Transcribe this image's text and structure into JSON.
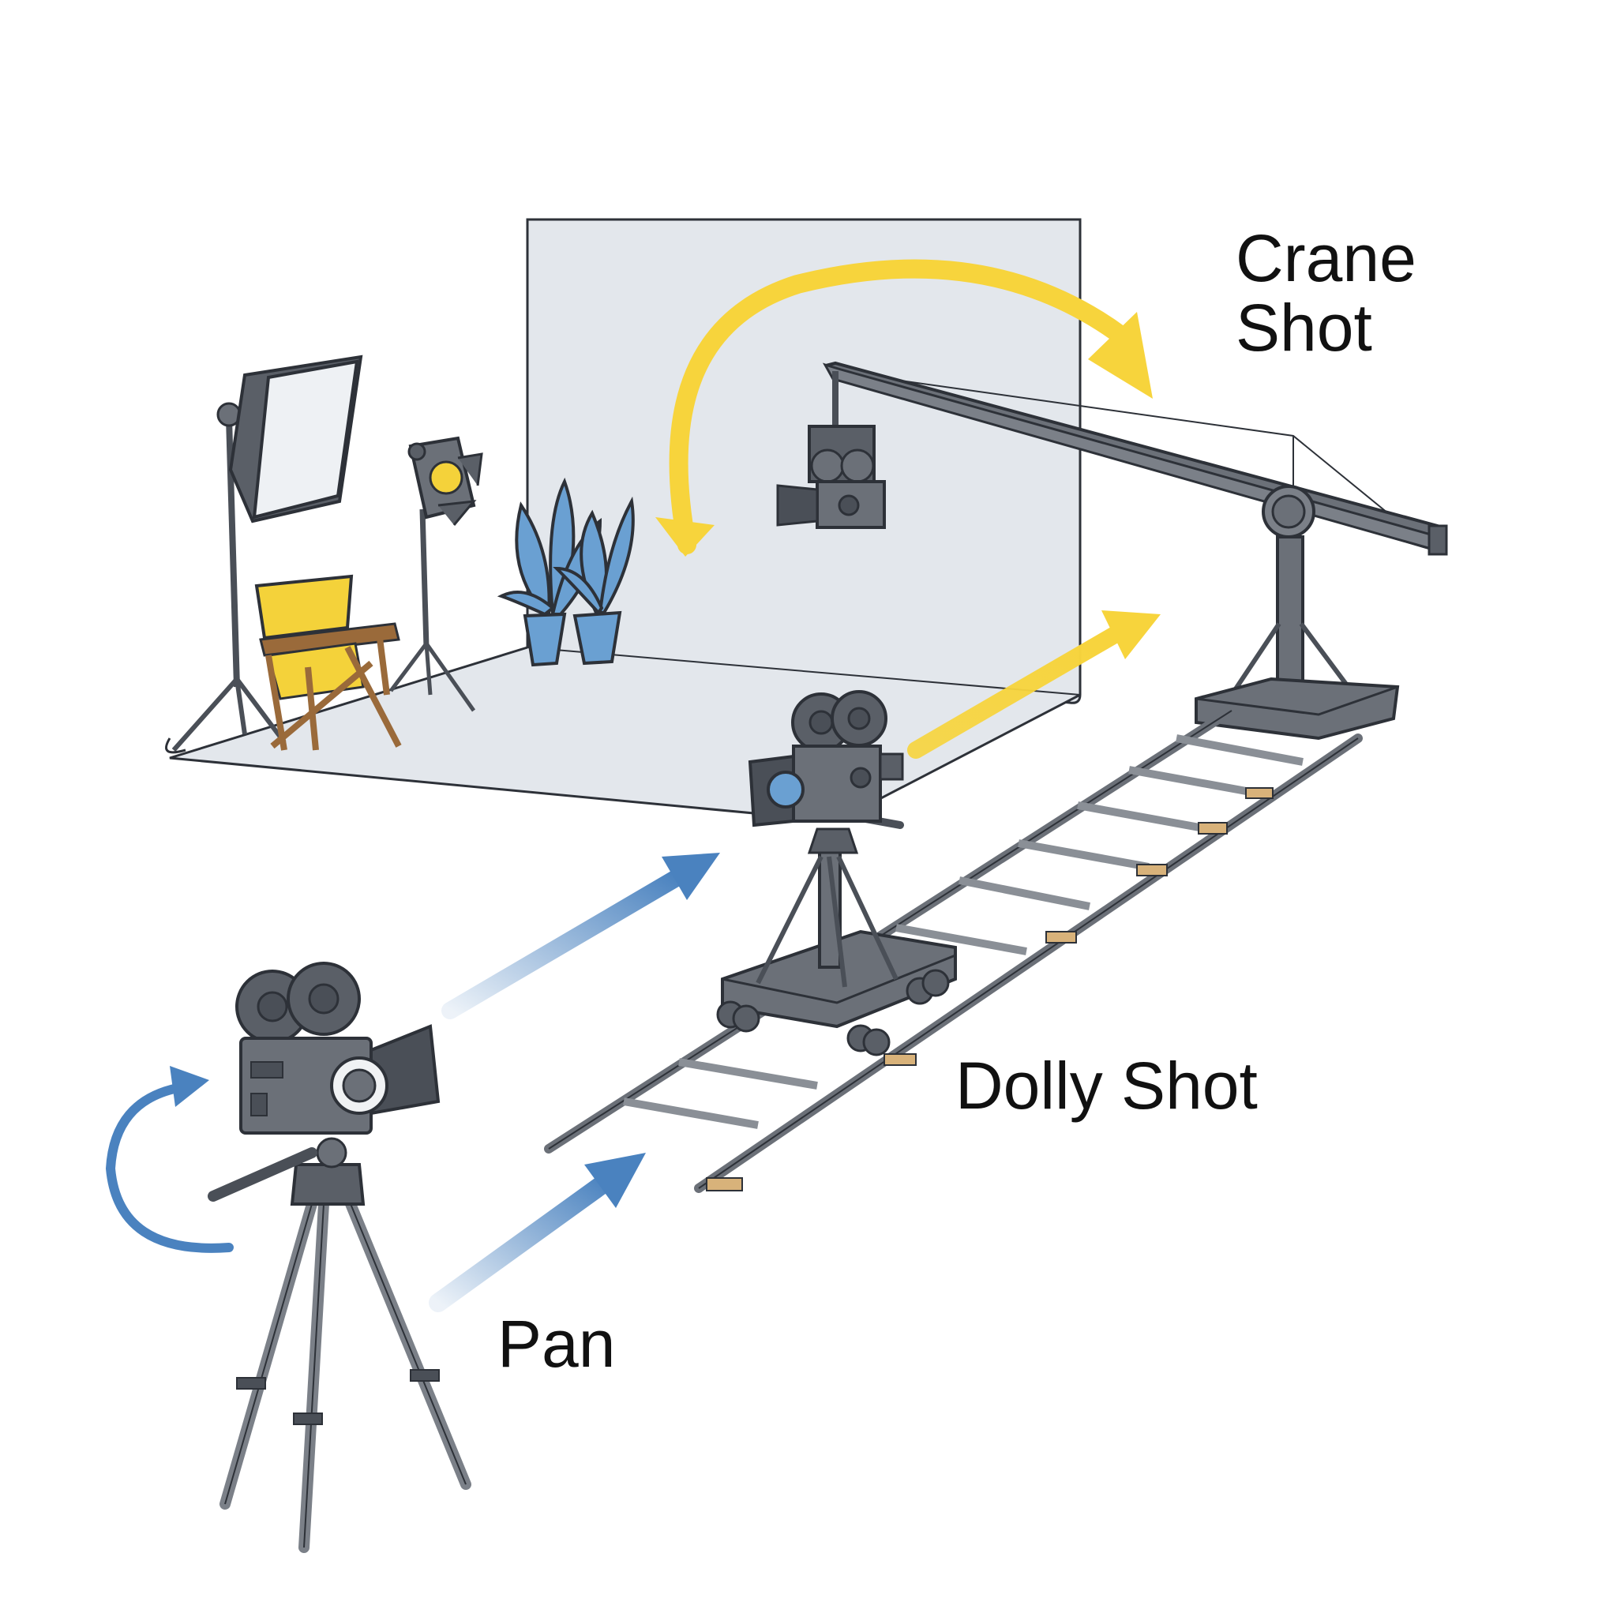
{
  "labels": {
    "crane_line1": "Crane",
    "crane_line2": "Shot",
    "dolly": "Dolly Shot",
    "pan": "Pan"
  },
  "colors": {
    "crane_arrow": "#f7d43c",
    "pan_arrow": "#4a82bf",
    "equipment": "#6b7078",
    "equipment_dark": "#4a4f57",
    "backdrop": "#e3e7ec",
    "chair_canvas": "#f4d23a",
    "chair_wood": "#9a6a3a",
    "plant_leaf": "#6aa0d2",
    "plant_pot": "#6aa0d2",
    "lens": "#6aa0d2",
    "track_tie": "#d8b27a"
  },
  "icons": {
    "pan_camera": "film-camera-icon",
    "dolly_camera": "film-camera-icon",
    "crane_camera": "film-camera-icon",
    "softbox": "softbox-light-icon",
    "spotlight": "fresnel-spotlight-icon",
    "chair": "director-chair-icon",
    "plants": "potted-plant-icon"
  }
}
